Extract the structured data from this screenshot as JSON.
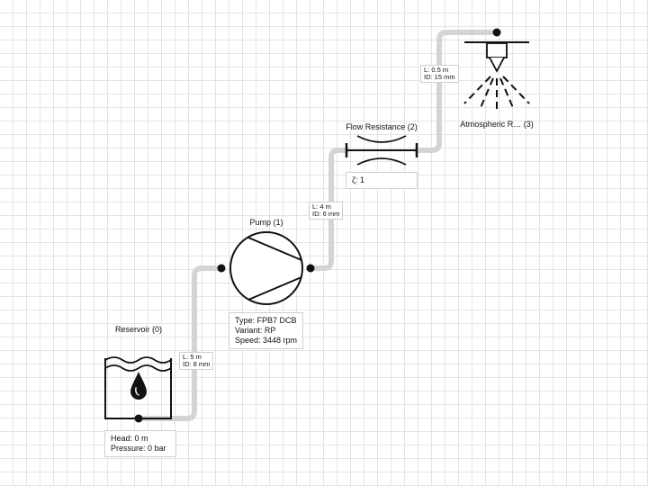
{
  "components": {
    "reservoir": {
      "title": "Reservoir (0)",
      "props": [
        "Head: 0 m",
        "Pressure: 0 bar"
      ]
    },
    "pump": {
      "title": "Pump (1)",
      "props": [
        "Type: FPB7 DCB",
        "Variant: RP",
        "Speed: 3448 rpm"
      ]
    },
    "flow_resistance": {
      "title": "Flow Resistance (2)",
      "props": [
        "ζ: 1"
      ]
    },
    "atmospheric": {
      "title": "Atmospheric R… (3)"
    }
  },
  "pipes": [
    {
      "length": "L: 5 m",
      "diameter": "ID: 8 mm"
    },
    {
      "length": "L: 4 m",
      "diameter": "ID: 6 mm"
    },
    {
      "length": "L: 0.5 m",
      "diameter": "ID: 15 mm"
    }
  ],
  "colors": {
    "pipe": "#d4d4d4",
    "stroke": "#111111",
    "grid": "#e4e4e4"
  }
}
